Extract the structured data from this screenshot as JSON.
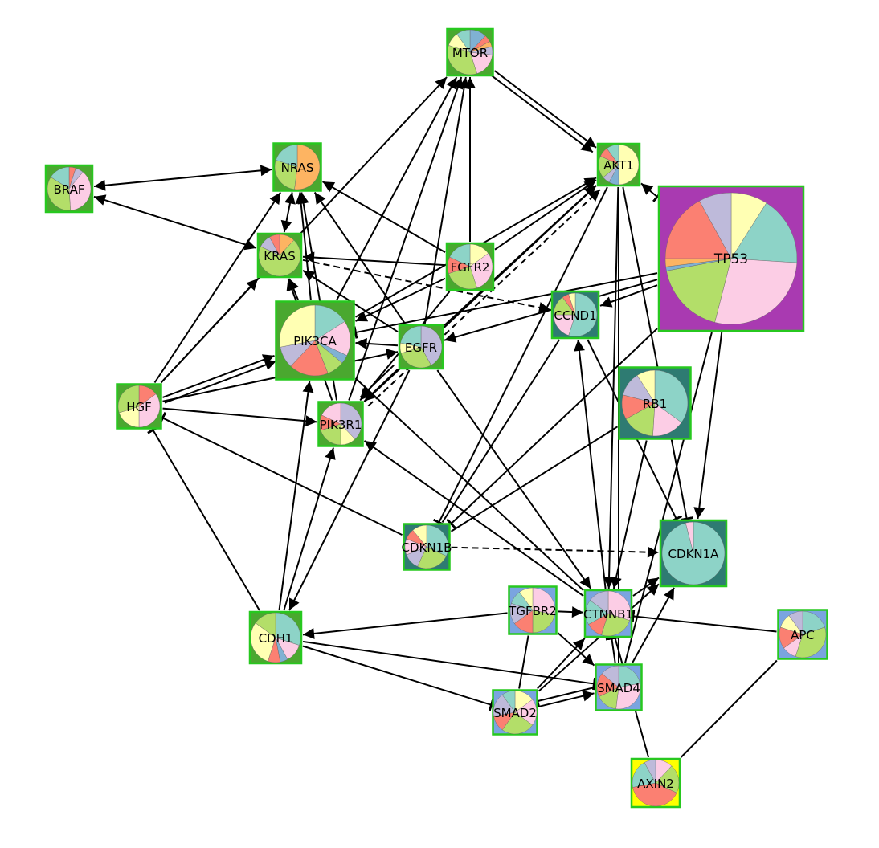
{
  "colors": {
    "ns": "#4aa82f",
    "dk": "#2e7b72",
    "bl": "#7aa4e0",
    "yl": "#ffff00",
    "pp": "#a93ab1",
    "bd": "#27c81f",
    "pie": {
      "a": "#8dd3c7",
      "b": "#ffffb3",
      "c": "#bebada",
      "d": "#fb8072",
      "e": "#80b1d3",
      "f": "#fdb462",
      "g": "#b3de69",
      "h": "#fccde5",
      "i": "#d9d9d9"
    }
  },
  "nodes": [
    {
      "id": "MTOR",
      "label": "MTOR"
    },
    {
      "id": "BRAF",
      "label": "BRAF"
    },
    {
      "id": "NRAS",
      "label": "NRAS"
    },
    {
      "id": "AKT1",
      "label": "AKT1"
    },
    {
      "id": "KRAS",
      "label": "KRAS"
    },
    {
      "id": "FGFR2",
      "label": "FGFR2"
    },
    {
      "id": "TP53",
      "label": "TP53"
    },
    {
      "id": "CCND1",
      "label": "CCND1"
    },
    {
      "id": "PIK3CA",
      "label": "PIK3CA"
    },
    {
      "id": "EGFR",
      "label": "EGFR"
    },
    {
      "id": "HGF",
      "label": "HGF"
    },
    {
      "id": "RB1",
      "label": "RB1"
    },
    {
      "id": "PIK3R1",
      "label": "PIK3R1"
    },
    {
      "id": "CDKN1B",
      "label": "CDKN1B"
    },
    {
      "id": "CDKN1A",
      "label": "CDKN1A"
    },
    {
      "id": "TGFBR2",
      "label": "TGFBR2"
    },
    {
      "id": "CTNNB1",
      "label": "CTNNB1"
    },
    {
      "id": "APC",
      "label": "APC"
    },
    {
      "id": "CDH1",
      "label": "CDH1"
    },
    {
      "id": "SMAD4",
      "label": "SMAD4"
    },
    {
      "id": "SMAD2",
      "label": "SMAD2"
    },
    {
      "id": "AXIN2",
      "label": "AXIN2"
    }
  ],
  "edges": [
    {
      "from": "BRAF",
      "to": "NRAS",
      "type": "both"
    },
    {
      "from": "BRAF",
      "to": "KRAS",
      "type": "both"
    },
    {
      "from": "MTOR",
      "to": "AKT1",
      "type": "arrow"
    },
    {
      "from": "MTOR",
      "to": "AKT1",
      "type": "arrow"
    },
    {
      "from": "AKT1",
      "to": "TP53",
      "type": "inhibit_both"
    },
    {
      "from": "HGF",
      "to": "NRAS",
      "type": "arrow"
    },
    {
      "from": "HGF",
      "to": "KRAS",
      "type": "arrow"
    },
    {
      "from": "HGF",
      "to": "PIK3CA",
      "type": "arrow"
    },
    {
      "from": "HGF",
      "to": "PIK3CA",
      "type": "arrow"
    },
    {
      "from": "HGF",
      "to": "EGFR",
      "type": "arrow"
    },
    {
      "from": "HGF",
      "to": "PIK3R1",
      "type": "arrow"
    },
    {
      "from": "HGF",
      "to": "MTOR",
      "type": "arrow"
    },
    {
      "from": "CDH1",
      "to": "HGF",
      "type": "inhibit"
    },
    {
      "from": "CDKN1B",
      "to": "HGF",
      "type": "inhibit"
    },
    {
      "from": "KRAS",
      "to": "NRAS",
      "type": "both"
    },
    {
      "from": "PIK3CA",
      "to": "NRAS",
      "type": "arrow"
    },
    {
      "from": "PIK3R1",
      "to": "NRAS",
      "type": "arrow"
    },
    {
      "from": "PIK3CA",
      "to": "KRAS",
      "type": "arrow"
    },
    {
      "from": "PIK3R1",
      "to": "KRAS",
      "type": "arrow"
    },
    {
      "from": "PIK3CA",
      "to": "MTOR",
      "type": "arrow"
    },
    {
      "from": "EGFR",
      "to": "MTOR",
      "type": "arrow"
    },
    {
      "from": "FGFR2",
      "to": "MTOR",
      "type": "arrow"
    },
    {
      "from": "PIK3R1",
      "to": "MTOR",
      "type": "arrow"
    },
    {
      "from": "FGFR2",
      "to": "NRAS",
      "type": "arrow"
    },
    {
      "from": "FGFR2",
      "to": "KRAS",
      "type": "arrow"
    },
    {
      "from": "FGFR2",
      "to": "PIK3CA",
      "type": "arrow"
    },
    {
      "from": "FGFR2",
      "to": "PIK3R1",
      "type": "arrow"
    },
    {
      "from": "FGFR2",
      "to": "AKT1",
      "type": "arrow"
    },
    {
      "from": "EGFR",
      "to": "NRAS",
      "type": "arrow"
    },
    {
      "from": "EGFR",
      "to": "KRAS",
      "type": "arrow"
    },
    {
      "from": "EGFR",
      "to": "PIK3CA",
      "type": "arrow"
    },
    {
      "from": "EGFR",
      "to": "PIK3R1",
      "type": "arrow"
    },
    {
      "from": "EGFR",
      "to": "PIK3R1",
      "type": "arrow"
    },
    {
      "from": "EGFR",
      "to": "AKT1",
      "type": "arrow"
    },
    {
      "from": "PIK3CA",
      "to": "AKT1",
      "type": "arrow"
    },
    {
      "from": "PIK3R1",
      "to": "AKT1",
      "type": "arrow"
    },
    {
      "from": "KRAS",
      "to": "CCND1",
      "type": "dashed"
    },
    {
      "from": "PIK3R1",
      "to": "AKT1",
      "type": "dashed"
    },
    {
      "from": "TP53",
      "to": "CCND1",
      "type": "arrow"
    },
    {
      "from": "TP53",
      "to": "EGFR",
      "type": "arrow"
    },
    {
      "from": "TP53",
      "to": "PIK3CA",
      "type": "inhibit"
    },
    {
      "from": "TP53",
      "to": "CDKN1A",
      "type": "arrow"
    },
    {
      "from": "TP53",
      "to": "CDKN1B",
      "type": "inhibit"
    },
    {
      "from": "TP53",
      "to": "SMAD4",
      "type": "plain"
    },
    {
      "from": "AKT1",
      "to": "CDKN1B",
      "type": "inhibit"
    },
    {
      "from": "AKT1",
      "to": "CTNNB1",
      "type": "arrow"
    },
    {
      "from": "AKT1",
      "to": "SMAD4",
      "type": "plain"
    },
    {
      "from": "AKT1",
      "to": "CDKN1A",
      "type": "inhibit"
    },
    {
      "from": "CCND1",
      "to": "CDKN1A",
      "type": "inhibit"
    },
    {
      "from": "CCND1",
      "to": "CDKN1B",
      "type": "plain"
    },
    {
      "from": "CTNNB1",
      "to": "CCND1",
      "type": "arrow"
    },
    {
      "from": "RB1",
      "to": "CTNNB1",
      "type": "arrow"
    },
    {
      "from": "RB1",
      "to": "CDKN1B",
      "type": "plain"
    },
    {
      "from": "CDKN1B",
      "to": "CDKN1A",
      "type": "dashed"
    },
    {
      "from": "CTNNB1",
      "to": "PIK3R1",
      "type": "arrow"
    },
    {
      "from": "CTNNB1",
      "to": "PIK3CA",
      "type": "plain"
    },
    {
      "from": "EGFR",
      "to": "CTNNB1",
      "type": "arrow"
    },
    {
      "from": "EGFR",
      "to": "CDH1",
      "type": "arrow"
    },
    {
      "from": "CDH1",
      "to": "PIK3CA",
      "type": "arrow"
    },
    {
      "from": "CDH1",
      "to": "PIK3R1",
      "type": "arrow"
    },
    {
      "from": "TGFBR2",
      "to": "CDH1",
      "type": "arrow"
    },
    {
      "from": "TGFBR2",
      "to": "CTNNB1",
      "type": "arrow"
    },
    {
      "from": "TGFBR2",
      "to": "SMAD4",
      "type": "arrow"
    },
    {
      "from": "TGFBR2",
      "to": "SMAD2",
      "type": "plain"
    },
    {
      "from": "CDH1",
      "to": "SMAD4",
      "type": "inhibit"
    },
    {
      "from": "CDH1",
      "to": "SMAD2",
      "type": "inhibit"
    },
    {
      "from": "SMAD2",
      "to": "SMAD4",
      "type": "arrow"
    },
    {
      "from": "SMAD2",
      "to": "CTNNB1",
      "type": "arrow"
    },
    {
      "from": "SMAD2",
      "to": "CDKN1A",
      "type": "arrow"
    },
    {
      "from": "SMAD4",
      "to": "SMAD2",
      "type": "inhibit"
    },
    {
      "from": "SMAD4",
      "to": "CTNNB1",
      "type": "inhibit"
    },
    {
      "from": "SMAD4",
      "to": "CDKN1A",
      "type": "arrow"
    },
    {
      "from": "APC",
      "to": "CTNNB1",
      "type": "inhibit"
    },
    {
      "from": "APC",
      "to": "AXIN2",
      "type": "plain"
    },
    {
      "from": "AXIN2",
      "to": "CTNNB1",
      "type": "plain"
    },
    {
      "from": "CTNNB1",
      "to": "CDKN1A",
      "type": "arrow"
    }
  ]
}
